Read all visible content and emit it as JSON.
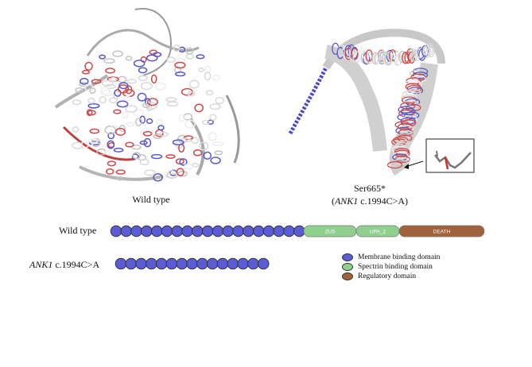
{
  "structures": {
    "left_caption": "Wild type",
    "right_caption_line1": "Ser665*",
    "right_caption_gene": "ANK1",
    "right_caption_variant": " c.1994C>A",
    "right_caption_open": "(",
    "right_caption_close": ")"
  },
  "tracks": {
    "wild_type_label": "Wild type",
    "mutant_gene": "ANK1",
    "mutant_variant": " c.1994C>A",
    "wild_type_repeat_count": 19,
    "mutant_repeat_count": 15,
    "domains": [
      {
        "name": "ZU5",
        "color": "#8fd08f"
      },
      {
        "name": "UPA_2",
        "color": "#8fd08f"
      },
      {
        "name": "DEATH",
        "color": "#a0623a"
      }
    ],
    "repeat_color": "#5b5bd6"
  },
  "legend": [
    {
      "label": "Membrane binding domain",
      "color": "#5b5bd6"
    },
    {
      "label": "Spectrin binding domain",
      "color": "#8fd08f"
    },
    {
      "label": "Regulatory domain",
      "color": "#a0623a"
    }
  ]
}
